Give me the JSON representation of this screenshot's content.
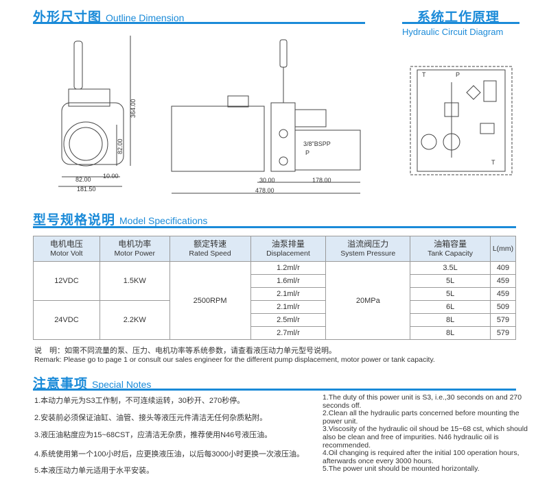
{
  "outline": {
    "title_cn": "外形尺寸图",
    "title_en": "Outline Dimension",
    "dims": {
      "height": "364.00",
      "front_w1": "82.00",
      "front_w2": "10.00",
      "front_total": "181.50",
      "front_h": "82.00",
      "port": "3/8\"BSPP",
      "port_p": "P",
      "side_a": "30.00",
      "side_b": "178.00",
      "side_total": "478.00"
    }
  },
  "circuit": {
    "title_cn": "系统工作原理",
    "title_en": "Hydraulic Circuit Diagram",
    "label_t1": "T",
    "label_p": "P",
    "label_t2": "T"
  },
  "specs": {
    "title_cn": "型号规格说明",
    "title_en": "Model Specifications",
    "headers": [
      {
        "cn": "电机电压",
        "en": "Motor Volt"
      },
      {
        "cn": "电机功率",
        "en": "Motor Power"
      },
      {
        "cn": "额定转速",
        "en": "Rated Speed"
      },
      {
        "cn": "油泵排量",
        "en": "Displacement"
      },
      {
        "cn": "溢流阀压力",
        "en": "System Pressure"
      },
      {
        "cn": "油箱容量",
        "en": "Tank Capacity"
      },
      {
        "cn": "",
        "en": "L(mm)"
      }
    ],
    "volts": [
      "12VDC",
      "24VDC"
    ],
    "powers": [
      "1.5KW",
      "2.2KW"
    ],
    "speed": "2500RPM",
    "pressure": "20MPa",
    "rows": [
      {
        "disp": "1.2ml/r",
        "tank": "3.5L",
        "l": "409"
      },
      {
        "disp": "1.6ml/r",
        "tank": "5L",
        "l": "459"
      },
      {
        "disp": "2.1ml/r",
        "tank": "5L",
        "l": "459"
      },
      {
        "disp": "2.1ml/r",
        "tank": "6L",
        "l": "509"
      },
      {
        "disp": "2.5ml/r",
        "tank": "8L",
        "l": "579"
      },
      {
        "disp": "2.7ml/r",
        "tank": "8L",
        "l": "579"
      }
    ],
    "note_cn": "说　明：如需不同流量的泵、压力、电机功率等系统参数，请查看液压动力单元型号说明。",
    "note_en": "Remark: Please go to page 1 or consult our sales engineer for the different pump displacement, motor power or tank capacity."
  },
  "notes": {
    "title_cn": "注意事项",
    "title_en": "Special Notes",
    "cn": [
      "1.本动力单元为S3工作制，不可连续运转，30秒开、270秒停。",
      "2.安装前必须保证油缸、油管、接头等液压元件清洁无任何杂质粘附。",
      "3.液压油粘度应为15~68CST，应清洁无杂质，推荐使用N46号液压油。",
      "4.系统使用第一个100小时后，应更换液压油，以后每3000小时更换一次液压油。",
      "5.本液压动力单元适用于水平安装。"
    ],
    "en": [
      "1.The duty of this power unit is S3, i.e.,30 seconds on and 270 seconds off.",
      "2.Clean all the hydraulic parts concerned before mounting the power unit.",
      "3.Viscosity of the hydraulic oil shoud be 15~68 cst, which should also be clean and free of impurities. N46 hydraulic oil is recommended.",
      "4.Oil changing is required after the initial 100 operation hours, afterwards once every 3000 hours.",
      "5.The power unit should be mounted horizontally."
    ]
  }
}
